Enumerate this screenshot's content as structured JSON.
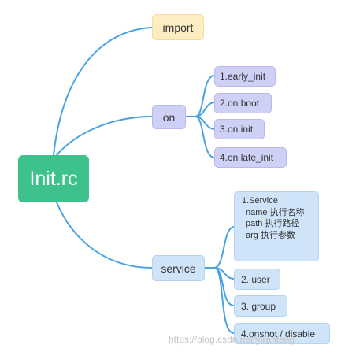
{
  "root": {
    "label": "Init.rc"
  },
  "import": {
    "label": "import"
  },
  "on": {
    "label": "on",
    "items": [
      "1.early_init",
      "2.on boot",
      "3.on init",
      "4.on late_init"
    ]
  },
  "service": {
    "label": "service",
    "detail": {
      "title": "1.Service",
      "lines": [
        "name 执行名称",
        "path  执行路径",
        "arg 执行参数"
      ]
    },
    "items": [
      "2. user",
      "3. group",
      "4.onshot / disable"
    ]
  },
  "watermark": "https://blog.csdn.net/yiranfeng",
  "colors": {
    "edge": "#4aa3e0",
    "root": "#3dc28b",
    "import": "#fdedc3",
    "on": "#cfd0f5",
    "service": "#cfe4f8"
  }
}
